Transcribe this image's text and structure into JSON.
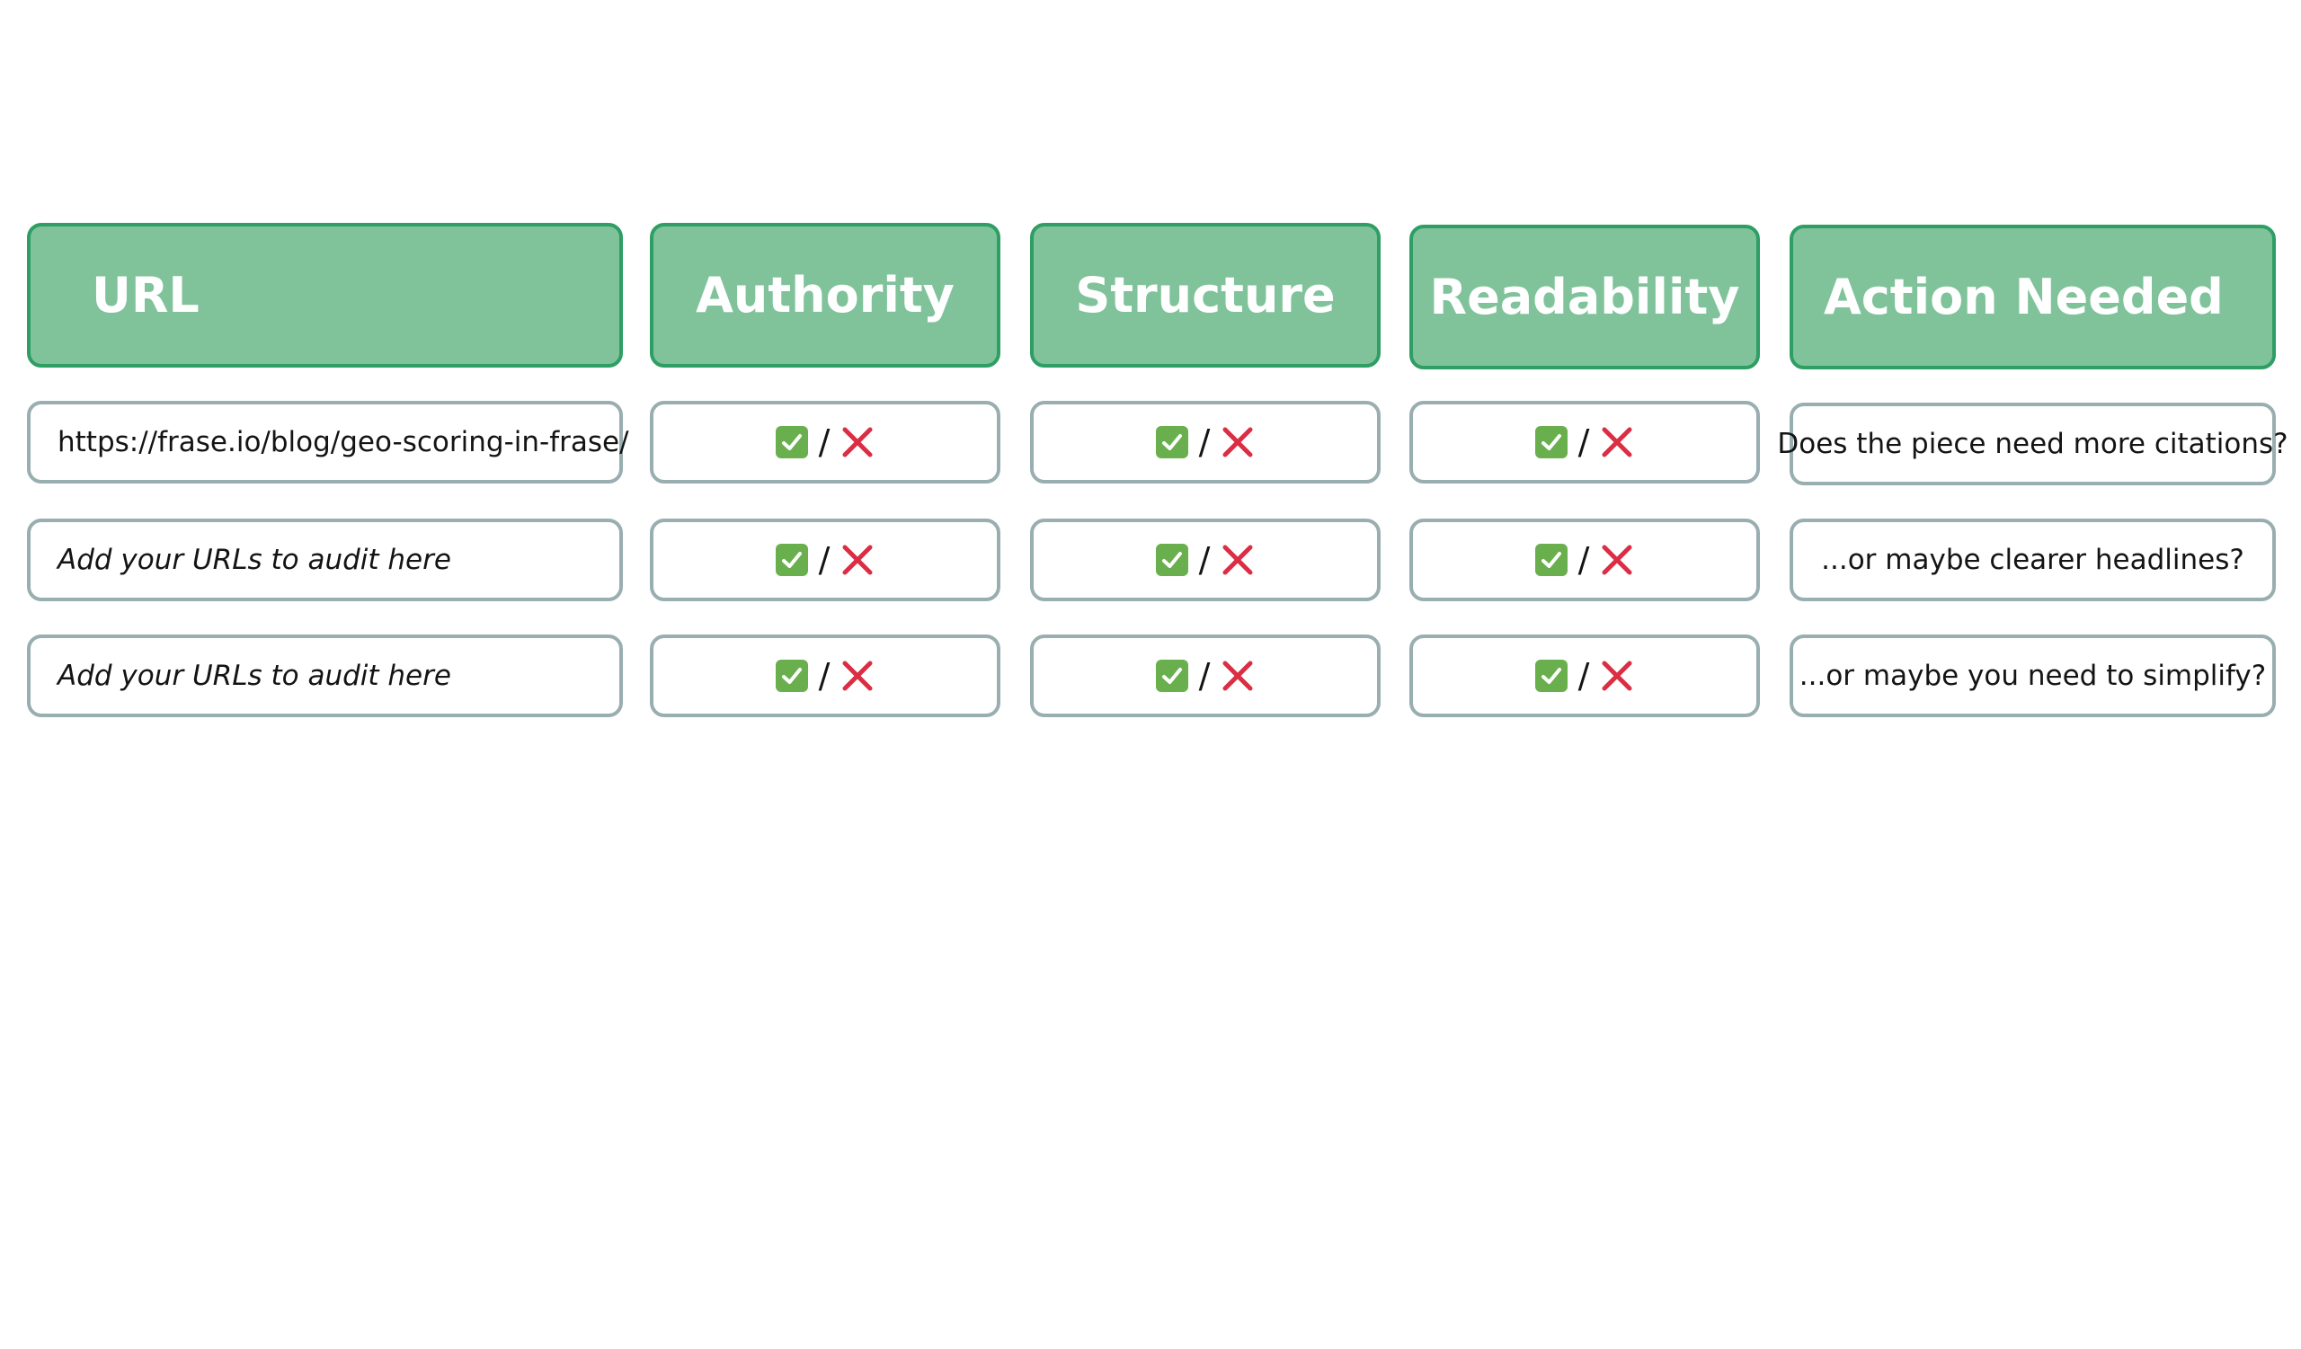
{
  "headers": {
    "url": "URL",
    "authority": "Authority",
    "structure": "Structure",
    "readability": "Readability",
    "action": "Action Needed"
  },
  "separator": "/",
  "icons": {
    "check": "green-check-box-icon",
    "cross": "red-cross-icon"
  },
  "colors": {
    "header_fill": "#80c39b",
    "header_border": "#2e9e64",
    "cell_border": "#99aeb0",
    "check_green": "#6aaf4e",
    "cross_red": "#db2d43"
  },
  "rows": [
    {
      "url": "https://frase.io/blog/geo-scoring-in-frase/",
      "action": "Does the piece need more citations?"
    },
    {
      "url": "Add your URLs to audit here",
      "action": "...or maybe clearer headlines?"
    },
    {
      "url": "Add your URLs to audit here",
      "action": "...or maybe you need to simplify?"
    }
  ]
}
